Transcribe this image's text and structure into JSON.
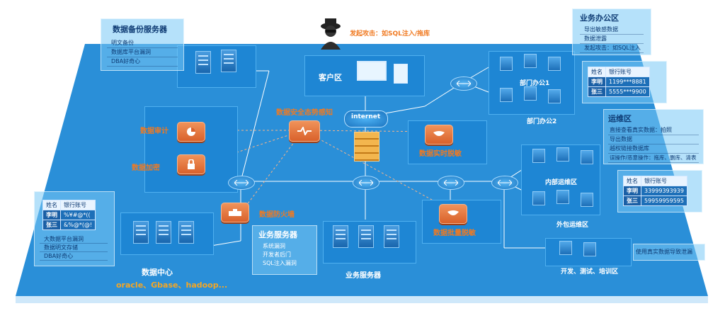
{
  "colors": {
    "platform": "#2a8fd8",
    "accent_orange": "#f07a22",
    "card": "#7fc8f2",
    "dark_text": "#0d3a73"
  },
  "backup": {
    "title": "数据备份服务器",
    "items": [
      "明文备份",
      "数据库平台漏洞",
      "DBA好奇心"
    ]
  },
  "attacker": {
    "text": "发起攻击：如SQL注入/拖库",
    "icon": "hacker-icon"
  },
  "client": {
    "label": "客户区"
  },
  "internet": {
    "label": "internet"
  },
  "situation": {
    "label": "数据安全态势感知"
  },
  "audit": {
    "label": "数据审计"
  },
  "encrypt": {
    "label": "数据加密"
  },
  "firewall": {
    "label": "数据防火墙"
  },
  "internal_mask": {
    "label": "数据实时脱敏"
  },
  "batch_mask": {
    "label": "数据批量脱敏"
  },
  "datacenter": {
    "label": "数据中心",
    "sub": "oracle、Gbase、hadoop...",
    "items": [
      "大数据平台漏洞",
      "数据明文存储",
      "DBA好奇心"
    ],
    "table": {
      "headers": [
        "姓名",
        "银行账号"
      ],
      "rows": [
        [
          "李明",
          "%¥#@*(("
        ],
        [
          "张三",
          "&%@*(@!"
        ]
      ]
    }
  },
  "bizserver": {
    "title": "业务服务器",
    "items": [
      "系统漏洞",
      "开发者后门",
      "SQL注入漏洞"
    ],
    "label": "业务服务器"
  },
  "office": {
    "title": "业务办公区",
    "items": [
      "导出敏感数据",
      "数据泄露",
      "发起攻击：如SQL注入"
    ],
    "dept1": "部门办公1",
    "dept2": "部门办公2",
    "table": {
      "headers": [
        "姓名",
        "银行账号"
      ],
      "rows": [
        [
          "李明",
          "1199***8881"
        ],
        [
          "张三",
          "5555***9900"
        ]
      ]
    }
  },
  "ops": {
    "title": "运维区",
    "items": [
      "直接查看真实数据：拍照",
      "导出数据",
      "越权链接数据库",
      "误操作/恶意操作：拖库、删库、清表"
    ],
    "internal": "内部运维区",
    "outsource": "外包运维区",
    "table": {
      "headers": [
        "姓名",
        "银行账号"
      ],
      "rows": [
        [
          "李明",
          "33999393939"
        ],
        [
          "张三",
          "59959959595"
        ]
      ]
    }
  },
  "dev": {
    "label": "开发、测试、培训区",
    "note": "使用真实数据导致泄漏"
  }
}
